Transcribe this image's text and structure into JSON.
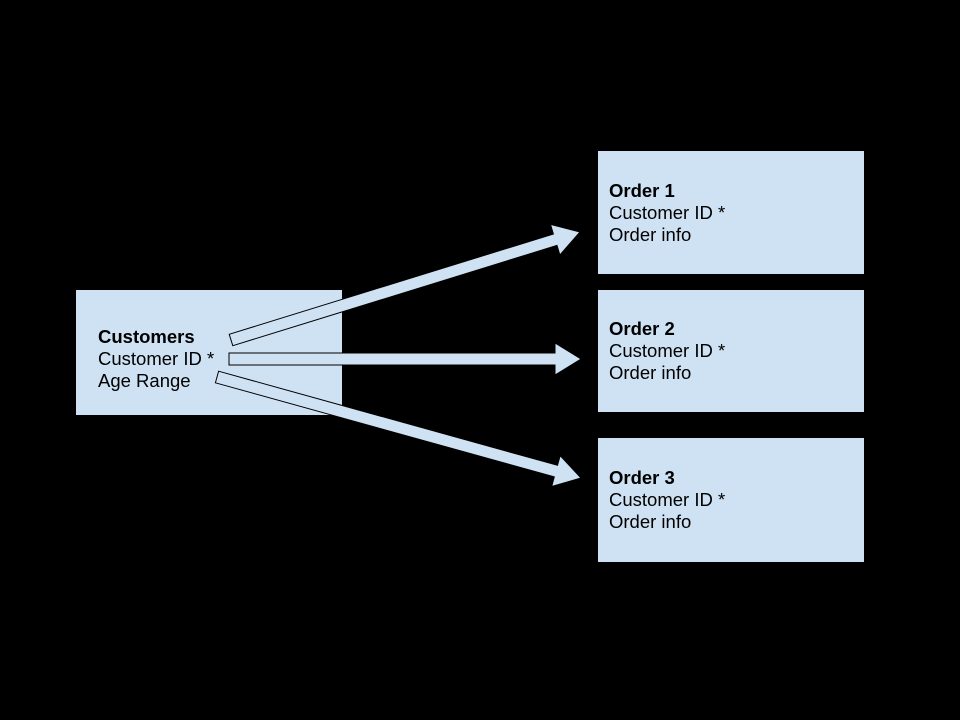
{
  "canvas": {
    "background": "#000000"
  },
  "diagram": {
    "colors": {
      "shape_fill": "#cfe2f3",
      "shape_border": "#000000",
      "text": "#000000"
    },
    "nodes": [
      {
        "id": "customers",
        "title": "Customers",
        "fields": [
          "Customer ID *",
          "Age Range"
        ]
      },
      {
        "id": "order-1",
        "title": "Order 1",
        "fields": [
          "Customer ID *",
          "Order info"
        ]
      },
      {
        "id": "order-2",
        "title": "Order 2",
        "fields": [
          "Customer ID *",
          "Order info"
        ]
      },
      {
        "id": "order-3",
        "title": "Order 3",
        "fields": [
          "Customer ID *",
          "Order info"
        ]
      }
    ],
    "connections": [
      {
        "from": "Customers",
        "to": "Order 1"
      },
      {
        "from": "Customers",
        "to": "Order 2"
      },
      {
        "from": "Customers",
        "to": "Order 3"
      }
    ]
  }
}
